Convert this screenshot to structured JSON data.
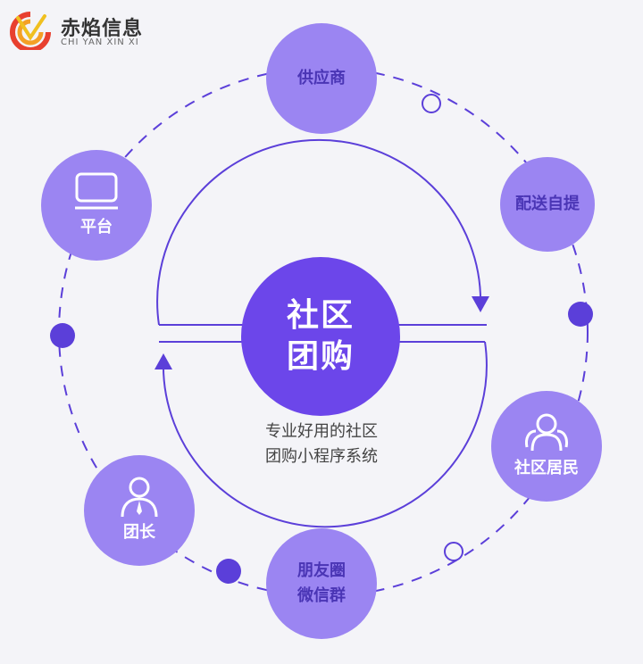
{
  "logo": {
    "name_cn": "赤焰信息",
    "name_en": "CHI YAN XIN XI"
  },
  "center": {
    "line1": "社区",
    "line2": "团购"
  },
  "subtitle": {
    "line1": "专业好用的社区",
    "line2": "团购小程序系统"
  },
  "nodes": {
    "supplier": "供应商",
    "delivery": "配送自提",
    "platform": "平台",
    "residents": "社区居民",
    "leader": "团长",
    "social_line1": "朋友圈",
    "social_line2": "微信群"
  },
  "colors": {
    "center": "#6c46ea",
    "node": "#9b85f2",
    "line": "#5b3fd9",
    "dot": "#5b3fd9"
  }
}
